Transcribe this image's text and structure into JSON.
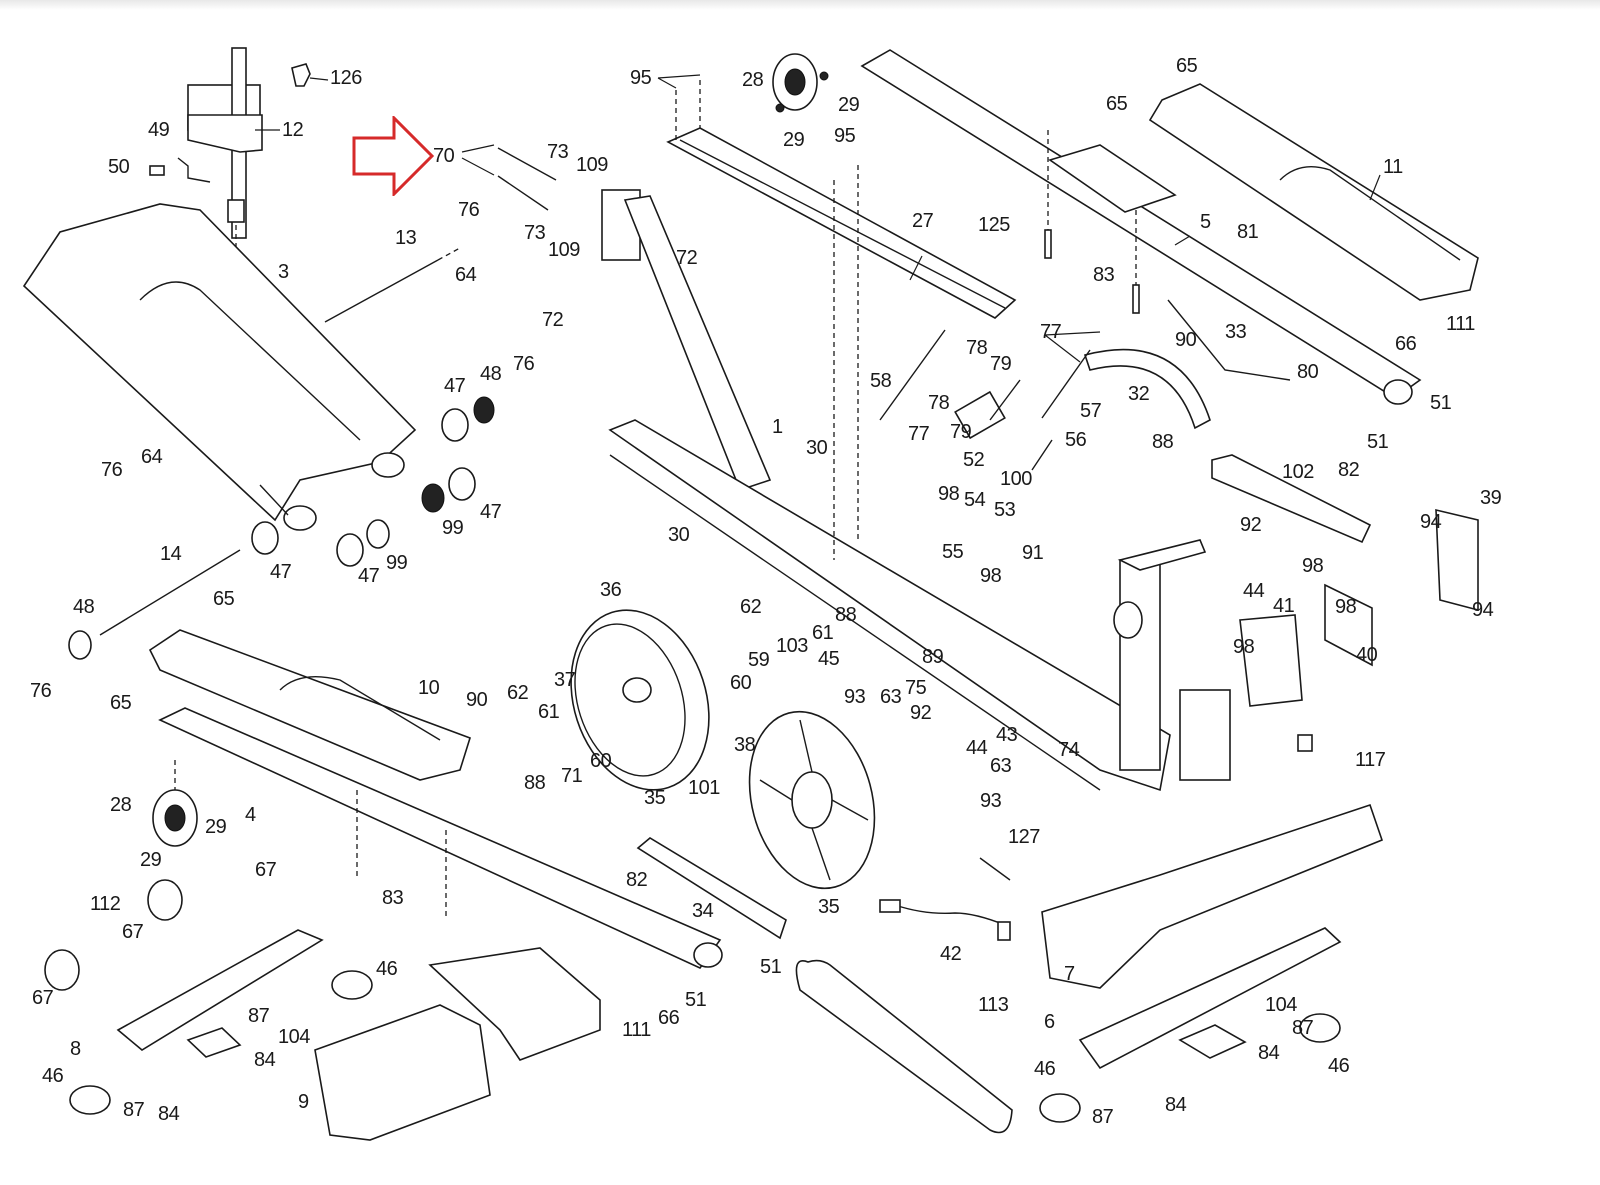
{
  "document": {
    "type": "exploded parts diagram",
    "subject": "elliptical trainer assembly"
  },
  "highlight": {
    "icon": "arrow-right-icon",
    "color": "#d62a2a",
    "points_to_part": "70"
  },
  "callouts": [
    {
      "id": "c126",
      "label": "126"
    },
    {
      "id": "c12",
      "label": "12"
    },
    {
      "id": "c49",
      "label": "49"
    },
    {
      "id": "c50",
      "label": "50"
    },
    {
      "id": "c70",
      "label": "70"
    },
    {
      "id": "c73a",
      "label": "73"
    },
    {
      "id": "c109a",
      "label": "109"
    },
    {
      "id": "c73b",
      "label": "73"
    },
    {
      "id": "c109b",
      "label": "109"
    },
    {
      "id": "c76a",
      "label": "76"
    },
    {
      "id": "c64a",
      "label": "64"
    },
    {
      "id": "c13",
      "label": "13"
    },
    {
      "id": "c3",
      "label": "3"
    },
    {
      "id": "c72a",
      "label": "72"
    },
    {
      "id": "c72b",
      "label": "72"
    },
    {
      "id": "c95a",
      "label": "95"
    },
    {
      "id": "c28a",
      "label": "28"
    },
    {
      "id": "c29a",
      "label": "29"
    },
    {
      "id": "c29b",
      "label": "29"
    },
    {
      "id": "c95b",
      "label": "95"
    },
    {
      "id": "c27",
      "label": "27"
    },
    {
      "id": "c125",
      "label": "125"
    },
    {
      "id": "c65a",
      "label": "65"
    },
    {
      "id": "c65b",
      "label": "65"
    },
    {
      "id": "c11",
      "label": "11"
    },
    {
      "id": "c5",
      "label": "5"
    },
    {
      "id": "c81",
      "label": "81"
    },
    {
      "id": "c83a",
      "label": "83"
    },
    {
      "id": "c77a",
      "label": "77"
    },
    {
      "id": "c90a",
      "label": "90"
    },
    {
      "id": "c33",
      "label": "33"
    },
    {
      "id": "c111a",
      "label": "111"
    },
    {
      "id": "c66a",
      "label": "66"
    },
    {
      "id": "c80",
      "label": "80"
    },
    {
      "id": "c32",
      "label": "32"
    },
    {
      "id": "c51a",
      "label": "51"
    },
    {
      "id": "c51b",
      "label": "51"
    },
    {
      "id": "c57",
      "label": "57"
    },
    {
      "id": "c56",
      "label": "56"
    },
    {
      "id": "c88a",
      "label": "88"
    },
    {
      "id": "c78a",
      "label": "78"
    },
    {
      "id": "c79a",
      "label": "79"
    },
    {
      "id": "c58",
      "label": "58"
    },
    {
      "id": "c78b",
      "label": "78"
    },
    {
      "id": "c79b",
      "label": "79"
    },
    {
      "id": "c77b",
      "label": "77"
    },
    {
      "id": "c52",
      "label": "52"
    },
    {
      "id": "c100",
      "label": "100"
    },
    {
      "id": "c1",
      "label": "1"
    },
    {
      "id": "c30a",
      "label": "30"
    },
    {
      "id": "c30b",
      "label": "30"
    },
    {
      "id": "c47a",
      "label": "47"
    },
    {
      "id": "c48a",
      "label": "48"
    },
    {
      "id": "c76b",
      "label": "76"
    },
    {
      "id": "c76c",
      "label": "76"
    },
    {
      "id": "c64b",
      "label": "64"
    },
    {
      "id": "c99a",
      "label": "99"
    },
    {
      "id": "c47b",
      "label": "47"
    },
    {
      "id": "c47c",
      "label": "47"
    },
    {
      "id": "c47d",
      "label": "47"
    },
    {
      "id": "c99b",
      "label": "99"
    },
    {
      "id": "c14",
      "label": "14"
    },
    {
      "id": "c48b",
      "label": "48"
    },
    {
      "id": "c65c",
      "label": "65"
    },
    {
      "id": "c76d",
      "label": "76"
    },
    {
      "id": "c65d",
      "label": "65"
    },
    {
      "id": "c102",
      "label": "102"
    },
    {
      "id": "c82a",
      "label": "82"
    },
    {
      "id": "c39",
      "label": "39"
    },
    {
      "id": "c92a",
      "label": "92"
    },
    {
      "id": "c94a",
      "label": "94"
    },
    {
      "id": "c98a",
      "label": "98"
    },
    {
      "id": "c54",
      "label": "54"
    },
    {
      "id": "c53",
      "label": "53"
    },
    {
      "id": "c55",
      "label": "55"
    },
    {
      "id": "c98b",
      "label": "98"
    },
    {
      "id": "c91",
      "label": "91"
    },
    {
      "id": "c44a",
      "label": "44"
    },
    {
      "id": "c41",
      "label": "41"
    },
    {
      "id": "c98c",
      "label": "98"
    },
    {
      "id": "c98d",
      "label": "98"
    },
    {
      "id": "c94b",
      "label": "94"
    },
    {
      "id": "c40",
      "label": "40"
    },
    {
      "id": "c98e",
      "label": "98"
    },
    {
      "id": "c117",
      "label": "117"
    },
    {
      "id": "c36",
      "label": "36"
    },
    {
      "id": "c62a",
      "label": "62"
    },
    {
      "id": "c88b",
      "label": "88"
    },
    {
      "id": "c61a",
      "label": "61"
    },
    {
      "id": "c103",
      "label": "103"
    },
    {
      "id": "c59",
      "label": "59"
    },
    {
      "id": "c45",
      "label": "45"
    },
    {
      "id": "c89",
      "label": "89"
    },
    {
      "id": "c60a",
      "label": "60"
    },
    {
      "id": "c37",
      "label": "37"
    },
    {
      "id": "c90b",
      "label": "90"
    },
    {
      "id": "c62b",
      "label": "62"
    },
    {
      "id": "c61b",
      "label": "61"
    },
    {
      "id": "c60b",
      "label": "60"
    },
    {
      "id": "c88c",
      "label": "88"
    },
    {
      "id": "c71",
      "label": "71"
    },
    {
      "id": "c10",
      "label": "10"
    },
    {
      "id": "c93a",
      "label": "93"
    },
    {
      "id": "c63a",
      "label": "63"
    },
    {
      "id": "c75",
      "label": "75"
    },
    {
      "id": "c92b",
      "label": "92"
    },
    {
      "id": "c43",
      "label": "43"
    },
    {
      "id": "c74",
      "label": "74"
    },
    {
      "id": "c38",
      "label": "38"
    },
    {
      "id": "c44b",
      "label": "44"
    },
    {
      "id": "c63b",
      "label": "63"
    },
    {
      "id": "c93b",
      "label": "93"
    },
    {
      "id": "c28b",
      "label": "28"
    },
    {
      "id": "c29c",
      "label": "29"
    },
    {
      "id": "c29d",
      "label": "29"
    },
    {
      "id": "c4",
      "label": "4"
    },
    {
      "id": "c35a",
      "label": "35"
    },
    {
      "id": "c101",
      "label": "101"
    },
    {
      "id": "c127",
      "label": "127"
    },
    {
      "id": "c82b",
      "label": "82"
    },
    {
      "id": "c34",
      "label": "34"
    },
    {
      "id": "c35b",
      "label": "35"
    },
    {
      "id": "c42",
      "label": "42"
    },
    {
      "id": "c67a",
      "label": "67"
    },
    {
      "id": "c112",
      "label": "112"
    },
    {
      "id": "c83b",
      "label": "83"
    },
    {
      "id": "c67b",
      "label": "67"
    },
    {
      "id": "c51c",
      "label": "51"
    },
    {
      "id": "c46a",
      "label": "46"
    },
    {
      "id": "c67c",
      "label": "67"
    },
    {
      "id": "c87a",
      "label": "87"
    },
    {
      "id": "c104a",
      "label": "104"
    },
    {
      "id": "c8",
      "label": "8"
    },
    {
      "id": "c84a",
      "label": "84"
    },
    {
      "id": "c46b",
      "label": "46"
    },
    {
      "id": "c87b",
      "label": "87"
    },
    {
      "id": "c84b",
      "label": "84"
    },
    {
      "id": "c9",
      "label": "9"
    },
    {
      "id": "c111b",
      "label": "111"
    },
    {
      "id": "c66b",
      "label": "66"
    },
    {
      "id": "c51d",
      "label": "51"
    },
    {
      "id": "c113",
      "label": "113"
    },
    {
      "id": "c7",
      "label": "7"
    },
    {
      "id": "c6",
      "label": "6"
    },
    {
      "id": "c104b",
      "label": "104"
    },
    {
      "id": "c87c",
      "label": "87"
    },
    {
      "id": "c84c",
      "label": "84"
    },
    {
      "id": "c46c",
      "label": "46"
    },
    {
      "id": "c46d",
      "label": "46"
    },
    {
      "id": "c87d",
      "label": "87"
    },
    {
      "id": "c84d",
      "label": "84"
    }
  ]
}
